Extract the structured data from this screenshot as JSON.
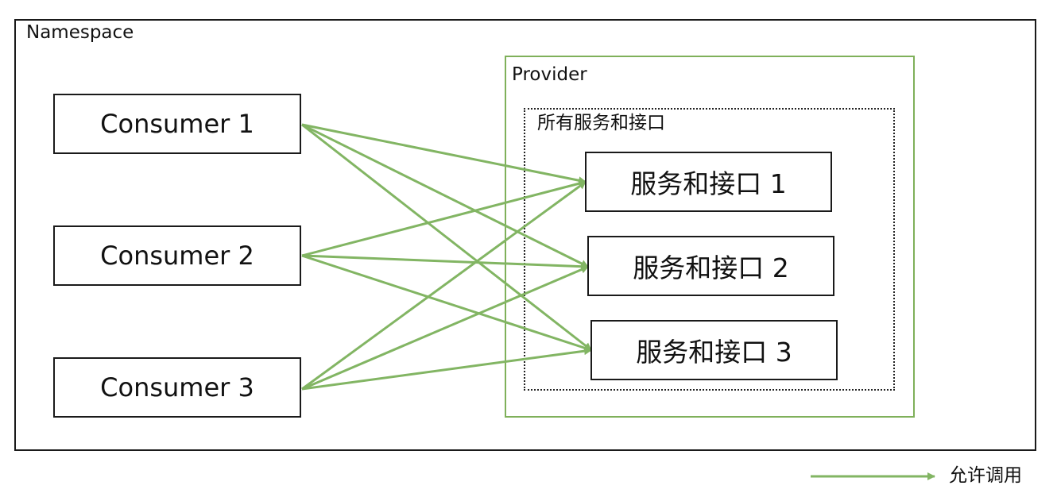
{
  "namespace": {
    "label": "Namespace"
  },
  "provider": {
    "label": "Provider"
  },
  "all_services": {
    "label": "所有服务和接口"
  },
  "consumers": [
    {
      "label": "Consumer 1"
    },
    {
      "label": "Consumer 2"
    },
    {
      "label": "Consumer 3"
    }
  ],
  "services": [
    {
      "label": "服务和接口 1"
    },
    {
      "label": "服务和接口 2"
    },
    {
      "label": "服务和接口 3"
    }
  ],
  "edges": [
    {
      "from": "Consumer 1",
      "to": "服务和接口 1"
    },
    {
      "from": "Consumer 1",
      "to": "服务和接口 2"
    },
    {
      "from": "Consumer 1",
      "to": "服务和接口 3"
    },
    {
      "from": "Consumer 2",
      "to": "服务和接口 1"
    },
    {
      "from": "Consumer 2",
      "to": "服务和接口 2"
    },
    {
      "from": "Consumer 2",
      "to": "服务和接口 3"
    },
    {
      "from": "Consumer 3",
      "to": "服务和接口 1"
    },
    {
      "from": "Consumer 3",
      "to": "服务和接口 2"
    },
    {
      "from": "Consumer 3",
      "to": "服务和接口 3"
    }
  ],
  "legend": {
    "label": "允许调用"
  },
  "colors": {
    "arrow": "#82b563",
    "provider_border": "#7fb05a",
    "box_border": "#1a1a1a"
  }
}
